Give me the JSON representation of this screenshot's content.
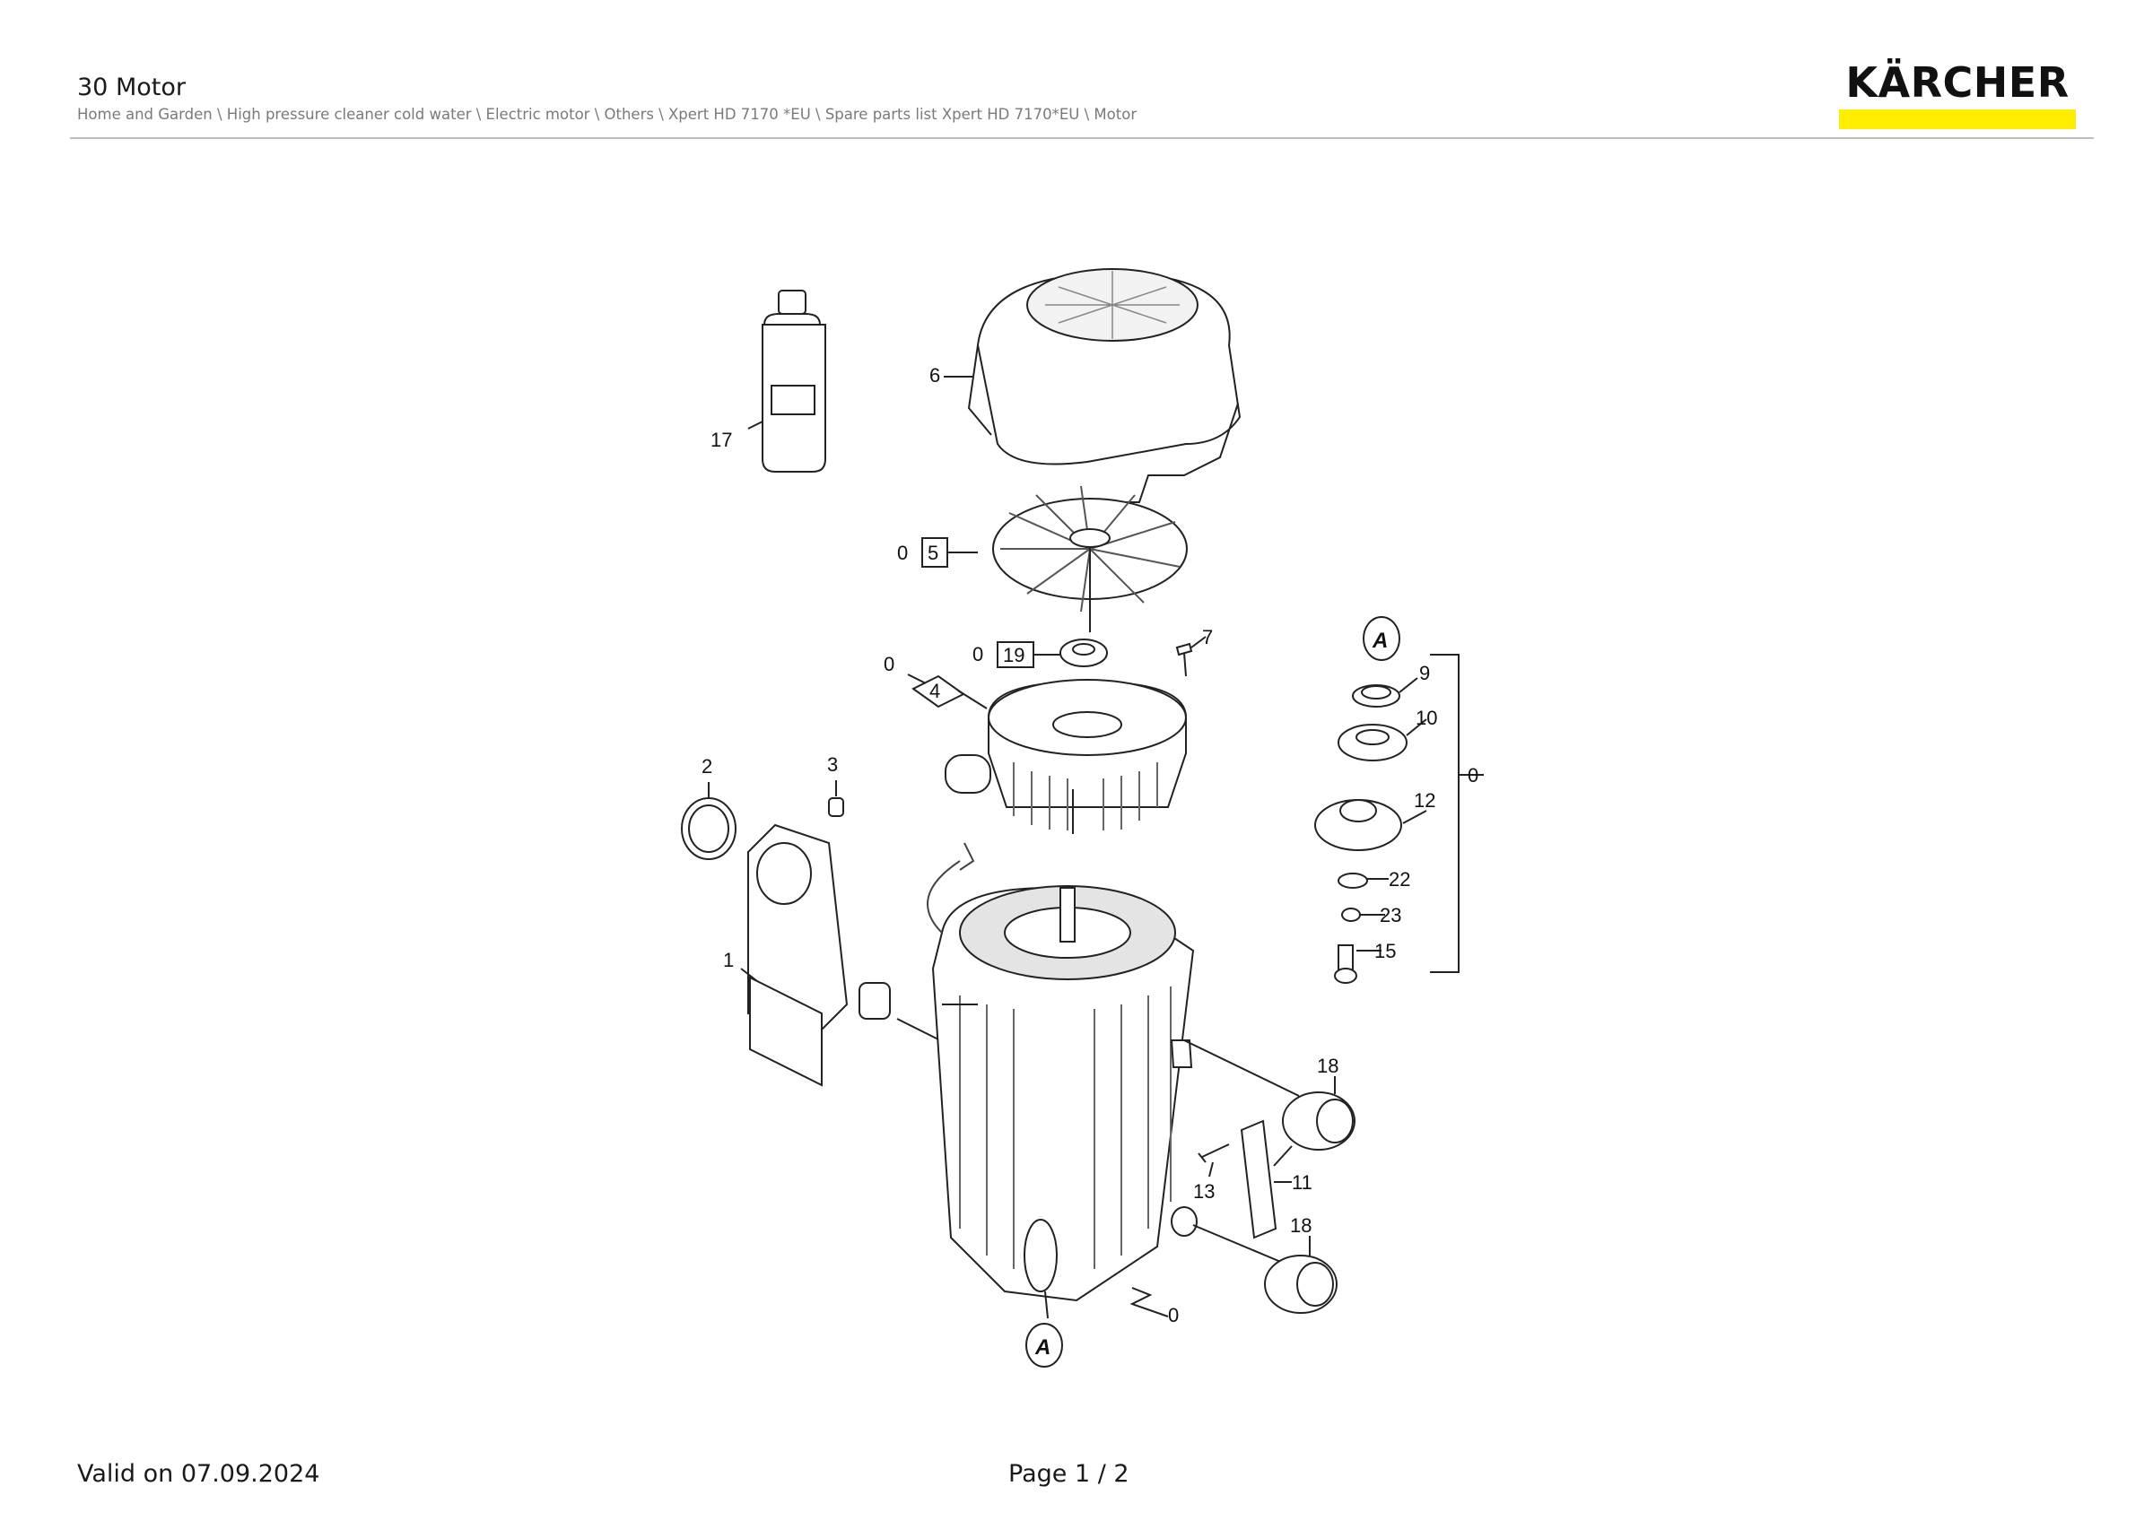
{
  "header": {
    "title": "30 Motor",
    "breadcrumb": "Home and Garden \\ High pressure cleaner cold water \\ Electric motor \\ Others \\ Xpert HD 7170 *EU \\ Spare parts list Xpert HD 7170*EU \\ Motor",
    "logo_text": "KÄRCHER",
    "logo_color": "#ffed00"
  },
  "diagram": {
    "labels": [
      {
        "id": "6",
        "text": "6"
      },
      {
        "id": "17",
        "text": "17"
      },
      {
        "id": "0a",
        "text": "0"
      },
      {
        "id": "5",
        "text": "5"
      },
      {
        "id": "0b",
        "text": "0"
      },
      {
        "id": "19",
        "text": "19"
      },
      {
        "id": "7",
        "text": "7"
      },
      {
        "id": "0c",
        "text": "0"
      },
      {
        "id": "4",
        "text": "4"
      },
      {
        "id": "2",
        "text": "2"
      },
      {
        "id": "3",
        "text": "3"
      },
      {
        "id": "1",
        "text": "1"
      },
      {
        "id": "9",
        "text": "9"
      },
      {
        "id": "10",
        "text": "10"
      },
      {
        "id": "0d",
        "text": "0"
      },
      {
        "id": "12",
        "text": "12"
      },
      {
        "id": "22",
        "text": "22"
      },
      {
        "id": "23",
        "text": "23"
      },
      {
        "id": "15",
        "text": "15"
      },
      {
        "id": "18a",
        "text": "18"
      },
      {
        "id": "13",
        "text": "13"
      },
      {
        "id": "11",
        "text": "11"
      },
      {
        "id": "18b",
        "text": "18"
      },
      {
        "id": "0e",
        "text": "0"
      }
    ],
    "callout_mark": "A"
  },
  "footer": {
    "valid": "Valid on 07.09.2024",
    "page": "Page 1 / 2"
  }
}
